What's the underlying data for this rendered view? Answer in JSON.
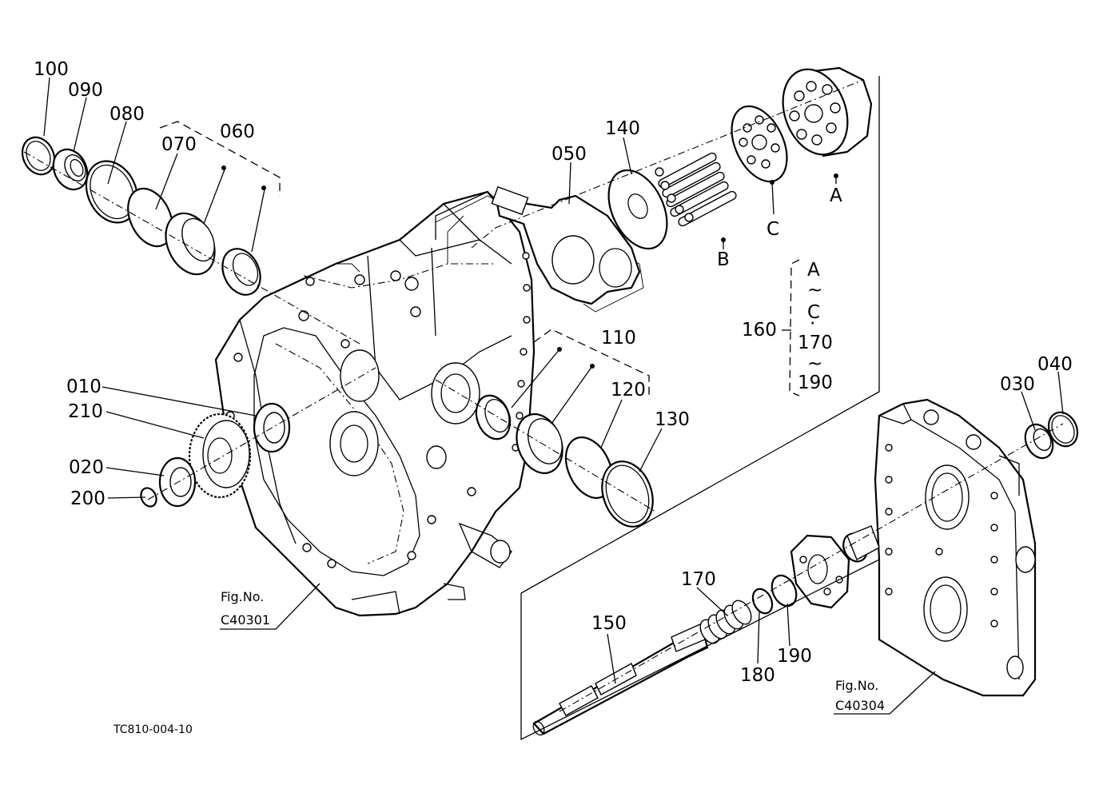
{
  "drawing_code": "TC810-004-10",
  "fig_refs": [
    {
      "title": "Fig.No.",
      "code": "C40301"
    },
    {
      "title": "Fig.No.",
      "code": "C40304"
    }
  ],
  "part_labels": {
    "p100": "100",
    "p090": "090",
    "p080": "080",
    "p070": "070",
    "p060": "060",
    "p050": "050",
    "p140": "140",
    "p010": "010",
    "p210": "210",
    "p020": "020",
    "p200": "200",
    "p110": "110",
    "p120": "120",
    "p130": "130",
    "p160": "160",
    "p170": "170",
    "p150": "150",
    "p180": "180",
    "p190": "190",
    "p030": "030",
    "p040": "040"
  },
  "subassembly_labels": {
    "a": "A",
    "b": "B",
    "c": "C"
  },
  "group_160": {
    "from": "A",
    "tilde1": "~",
    "to": "C",
    "dot": "·",
    "from2": "170",
    "tilde2": "~",
    "to2": "190"
  }
}
